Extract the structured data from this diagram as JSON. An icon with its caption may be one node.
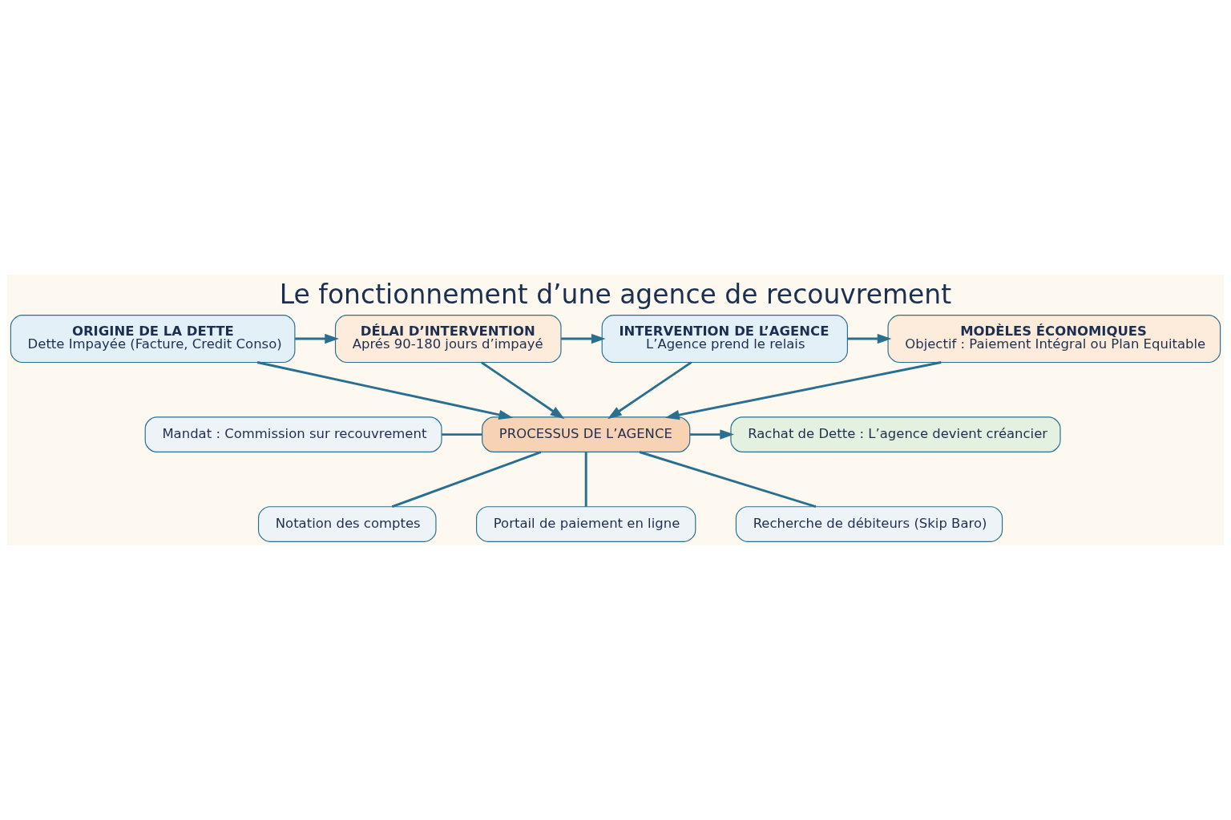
{
  "diagram": {
    "title": "Le fonctionnement d’une agence de recouvrement",
    "nodes": [
      {
        "text": [
          "ORIGINE DE LA DETTE",
          "Dette Impayée (Facture, Credit Conso)"
        ]
      },
      {
        "text": [
          "DÉLAI D’INTERVENTION",
          "Aprés 90-180 jours d’impayé"
        ]
      },
      {
        "text": [
          "INTERVENTION DE L’AGENCE",
          "L’Agence prend le relais"
        ]
      },
      {
        "text": [
          "MODÈLES ÉCONOMIQUES",
          "Objectif : Paiement Intégral ou Plan Equitable"
        ]
      },
      {
        "text": [
          "PROCESSUS DE L’AGENCE"
        ]
      },
      {
        "text": [
          "Mandat : Commission sur recouvrement"
        ]
      },
      {
        "text": [
          "Rachat de Dette : L’agence devient créancier"
        ]
      },
      {
        "text": [
          "Notation des comptes"
        ]
      },
      {
        "text": [
          "Portail de paiement en ligne"
        ]
      },
      {
        "text": [
          "Recherche de débiteurs (Skip Baro)"
        ]
      }
    ],
    "edges": [
      {
        "from": 0,
        "to": 1,
        "arrow": "to"
      },
      {
        "from": 1,
        "to": 2,
        "arrow": "to"
      },
      {
        "from": 2,
        "to": 3,
        "arrow": "to"
      },
      {
        "from": 0,
        "to": 4,
        "arrow": "to"
      },
      {
        "from": 1,
        "to": 4,
        "arrow": "to"
      },
      {
        "from": 2,
        "to": 4,
        "arrow": "to"
      },
      {
        "from": 3,
        "to": 4,
        "arrow": "to"
      },
      {
        "from": 5,
        "to": 4,
        "arrow": "none"
      },
      {
        "from": 4,
        "to": 6,
        "arrow": "to"
      },
      {
        "from": 4,
        "to": 7,
        "arrow": "none"
      },
      {
        "from": 4,
        "to": 8,
        "arrow": "none"
      },
      {
        "from": 4,
        "to": 9,
        "arrow": "none"
      }
    ]
  }
}
